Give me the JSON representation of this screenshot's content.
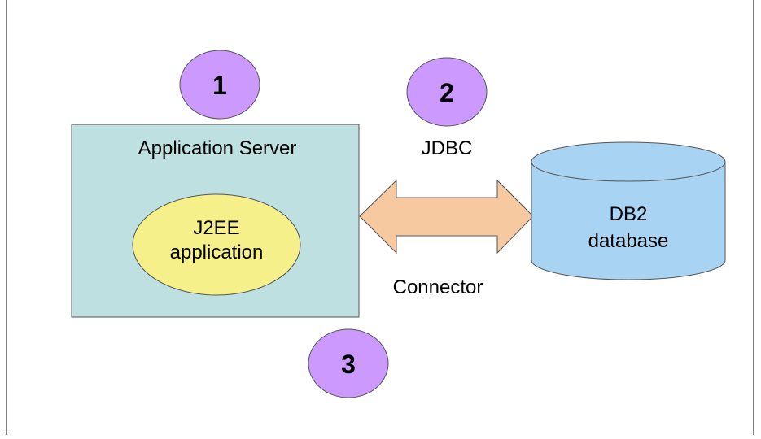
{
  "diagram": {
    "steps": [
      "1",
      "2",
      "3"
    ],
    "app_server": {
      "label": "Application Server"
    },
    "j2ee_app": {
      "line1": "J2EE",
      "line2": "application"
    },
    "jdbc_label": "JDBC",
    "connector_label": "Connector",
    "database": {
      "line1": "DB2",
      "line2": "database"
    },
    "colors": {
      "step_fill": "#cc99ff",
      "server_fill": "#bfe0e0",
      "app_fill": "#f6f08a",
      "arrow_fill": "#f7c9a0",
      "db_fill": "#a9d3f2"
    }
  }
}
